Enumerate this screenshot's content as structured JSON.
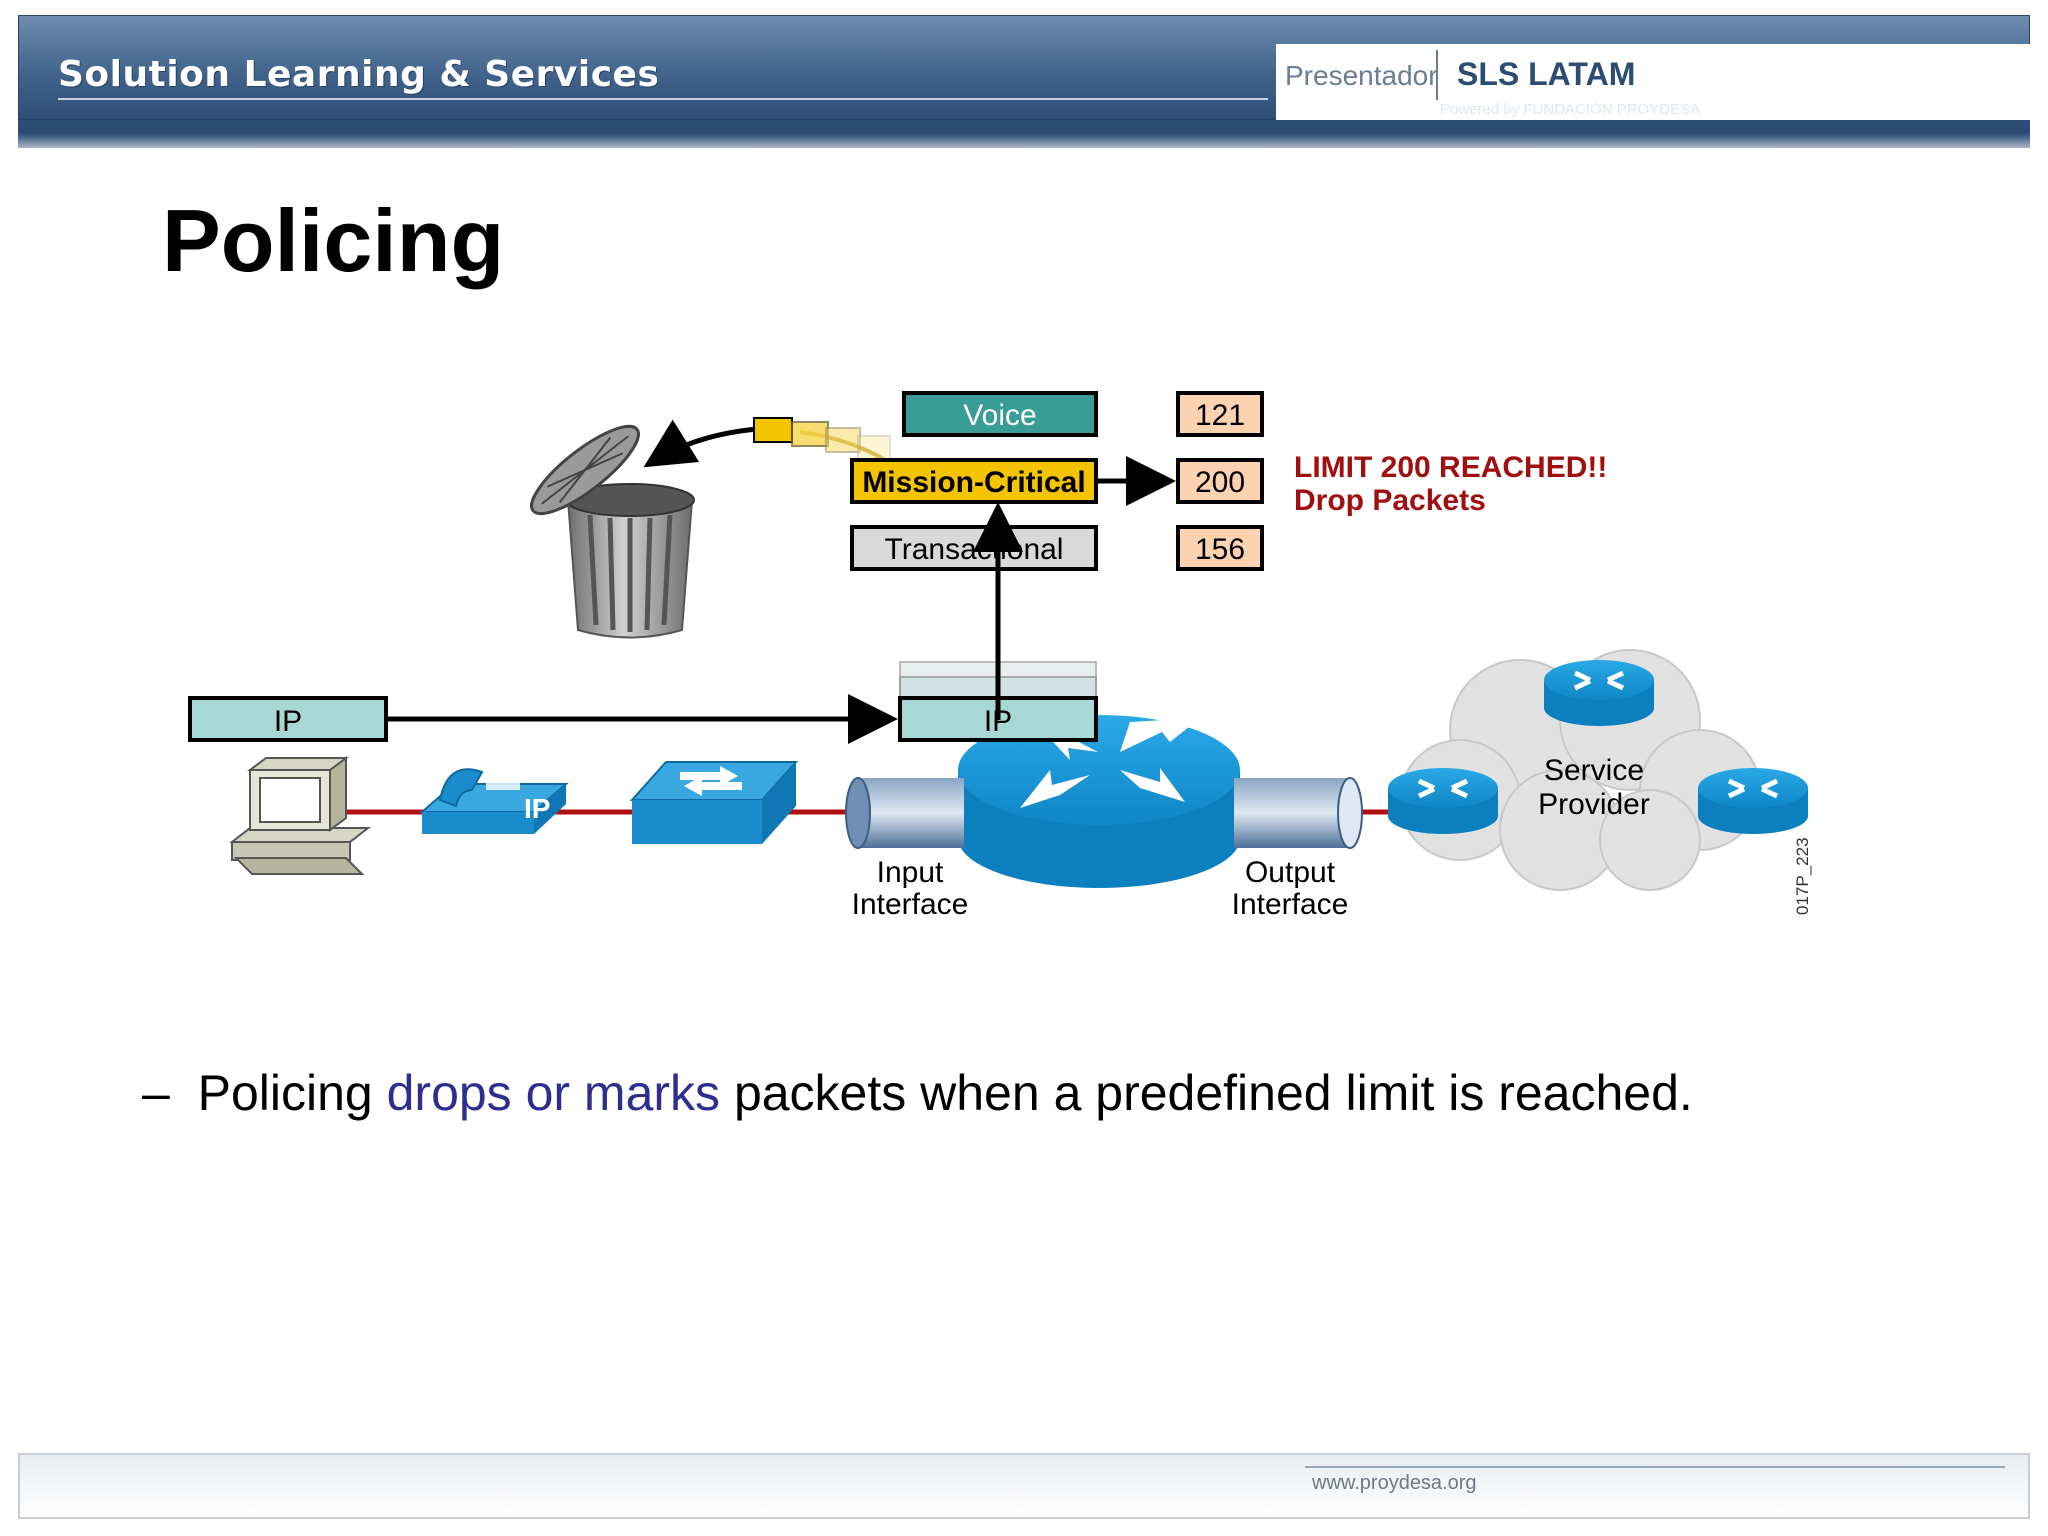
{
  "header": {
    "title": "Solution Learning & Services",
    "presenter_label": "Presentador",
    "brand": "SLS LATAM",
    "powered_by": "Powered by FUNDACIÓN PROYDESA"
  },
  "page_title": "Policing",
  "diagram": {
    "queues": [
      {
        "label": "Voice",
        "count": "121",
        "color": "#3a9c96"
      },
      {
        "label": "Mission-Critical",
        "count": "200",
        "color": "#f5c400"
      },
      {
        "label": "Transactional",
        "count": "156",
        "color": "#d9d9d9"
      }
    ],
    "alert_line1": "LIMIT 200 REACHED!!",
    "alert_line2": "Drop Packets",
    "packet_left_label": "IP",
    "packet_router_label": "IP",
    "phone_label": "IP",
    "input_interface": [
      "Input",
      "Interface"
    ],
    "output_interface": [
      "Output",
      "Interface"
    ],
    "cloud_label": [
      "Service",
      "Provider"
    ],
    "figure_id": "017P_223",
    "colors": {
      "link": "#b01010",
      "device": "#1a9bd7",
      "alert": "#a01010",
      "count_fill": "#fbd3b0"
    }
  },
  "bullet": {
    "dash": "–",
    "before": "Policing ",
    "highlight": "drops or marks",
    "after": " packets when a predefined limit is reached."
  },
  "footer": {
    "url": "www.proydesa.org"
  }
}
